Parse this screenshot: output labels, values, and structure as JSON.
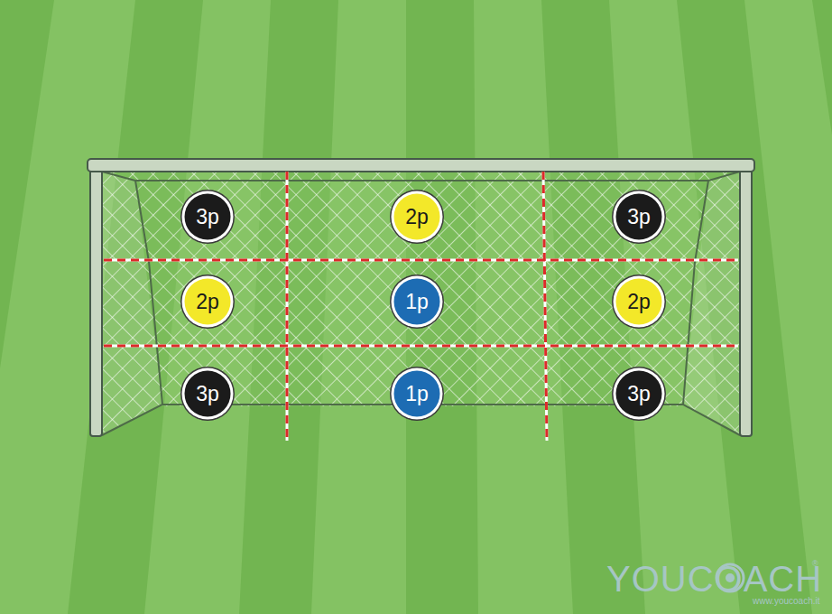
{
  "diagram": {
    "nodes": [
      {
        "text": [
          "3p"
        ]
      },
      {
        "text": [
          "2p"
        ]
      },
      {
        "text": [
          "3p"
        ]
      },
      {
        "text": [
          "2p"
        ]
      },
      {
        "text": [
          "1p"
        ]
      },
      {
        "text": [
          "2p"
        ]
      },
      {
        "text": [
          "3p"
        ]
      },
      {
        "text": [
          "1p"
        ]
      },
      {
        "text": [
          "3p"
        ]
      }
    ],
    "labels": [
      "YOUCOACH",
      "®",
      "www.youcoach.it"
    ]
  }
}
